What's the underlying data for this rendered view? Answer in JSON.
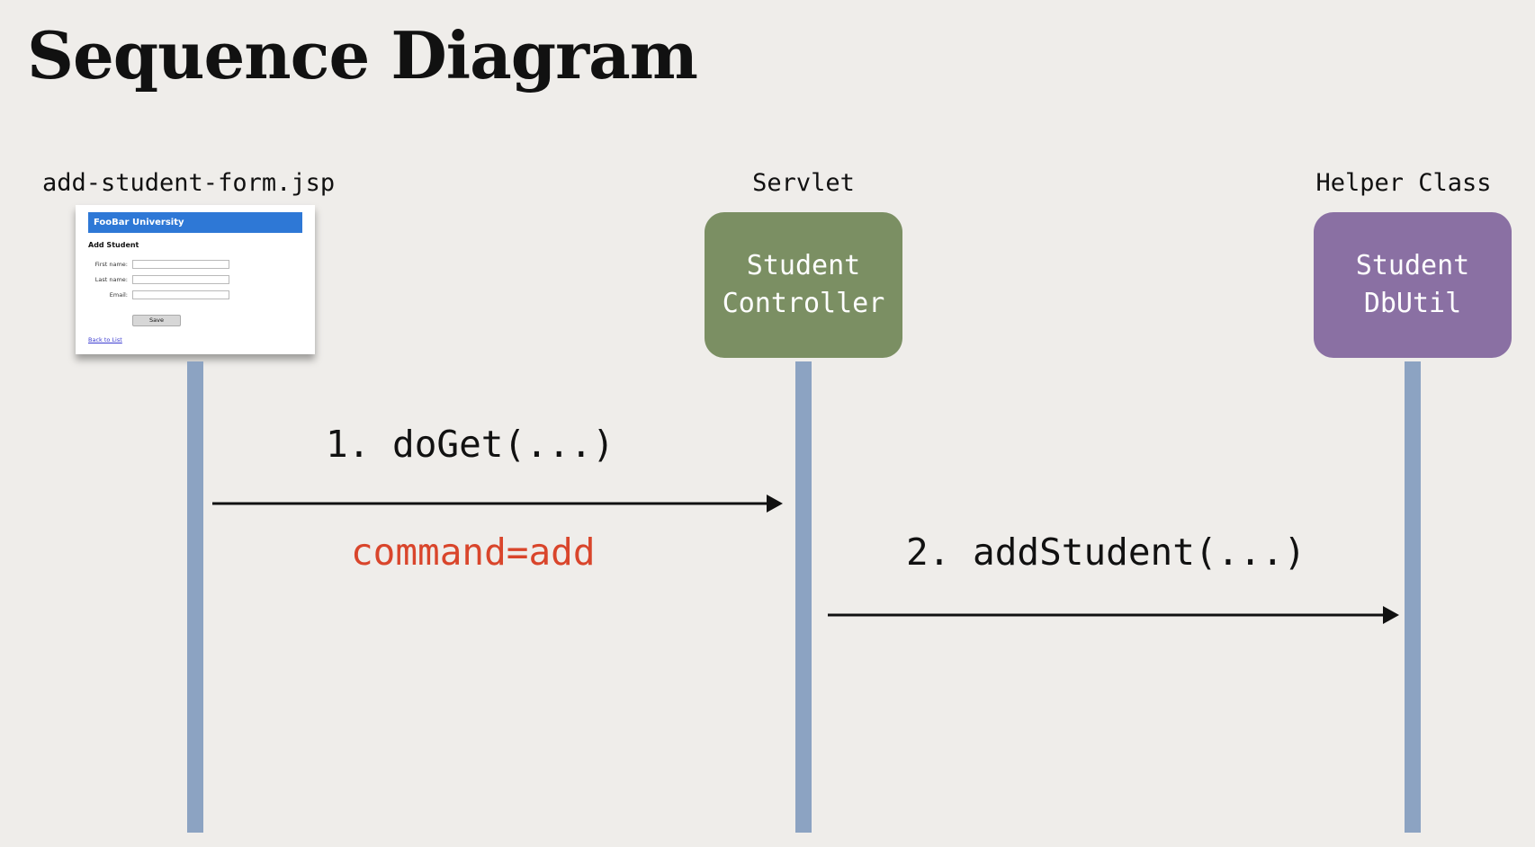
{
  "slide": {
    "title": "Sequence Diagram"
  },
  "participants": [
    {
      "role_label": "add-student-form.jsp",
      "form": {
        "banner": "FooBar University",
        "heading": "Add Student",
        "fields": [
          "First name:",
          "Last name:",
          "Email:"
        ],
        "button": "Save",
        "link": "Back to List"
      }
    },
    {
      "role_label": "Servlet",
      "box_line1": "Student",
      "box_line2": "Controller",
      "color": "#7b8f63"
    },
    {
      "role_label": "Helper Class",
      "box_line1": "Student",
      "box_line2": "DbUtil",
      "color": "#8a70a3"
    }
  ],
  "messages": [
    {
      "label": "1. doGet(...)",
      "note": "command=add",
      "note_color": "#d9452b"
    },
    {
      "label": "2. addStudent(...)"
    }
  ],
  "colors": {
    "background": "#efedea",
    "lifeline": "#8ca3c2",
    "arrow": "#111111"
  }
}
